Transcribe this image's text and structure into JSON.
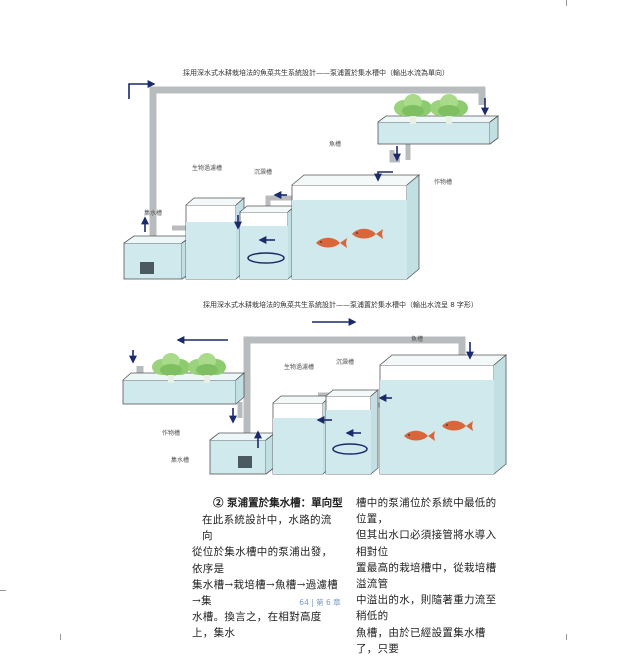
{
  "figure1": {
    "caption": "採用深水式水耕栽培法的魚菜共生系統設計——泵浦置於集水槽中（輸出水流為單向）",
    "labels": {
      "sump": "集水槽",
      "biofilter": "生物過濾槽",
      "settling": "沉澱槽",
      "fish": "魚槽",
      "grow": "作物槽"
    }
  },
  "figure2": {
    "caption": "採用深水式水耕栽培法的魚菜共生系統設計——泵浦置於集水槽中（輸出水流呈 8 字形）",
    "labels": {
      "fish": "魚槽",
      "biofilter": "生物過濾槽",
      "settling": "沉澱槽",
      "grow": "作物槽",
      "sump": "集水槽"
    }
  },
  "heading": "② 泵浦置於集水槽：單向型",
  "left_column": [
    "在此系統設計中，水路的流向",
    "從位於集水槽中的泵浦出發，依序是",
    "集水槽→栽培槽→魚槽→過濾槽→集",
    "水槽。換言之，在相對高度上，集水"
  ],
  "right_column": [
    "槽中的泵浦位於系統中最低的位置，",
    "但其出水口必須接管將水導入相對位",
    "置最高的栽培槽中，從栽培槽溢流管",
    "中溢出的水，則隨著重力流至稍低的",
    "魚槽，由於已經設置集水槽了，只要"
  ],
  "footer": "64 | 第 6 章",
  "colors": {
    "water": "#cfe9ec",
    "pipe": "#b9bcbe",
    "arrow": "#1b2a6b",
    "fish": "#d9663a",
    "plant": "#8ccc6e"
  }
}
